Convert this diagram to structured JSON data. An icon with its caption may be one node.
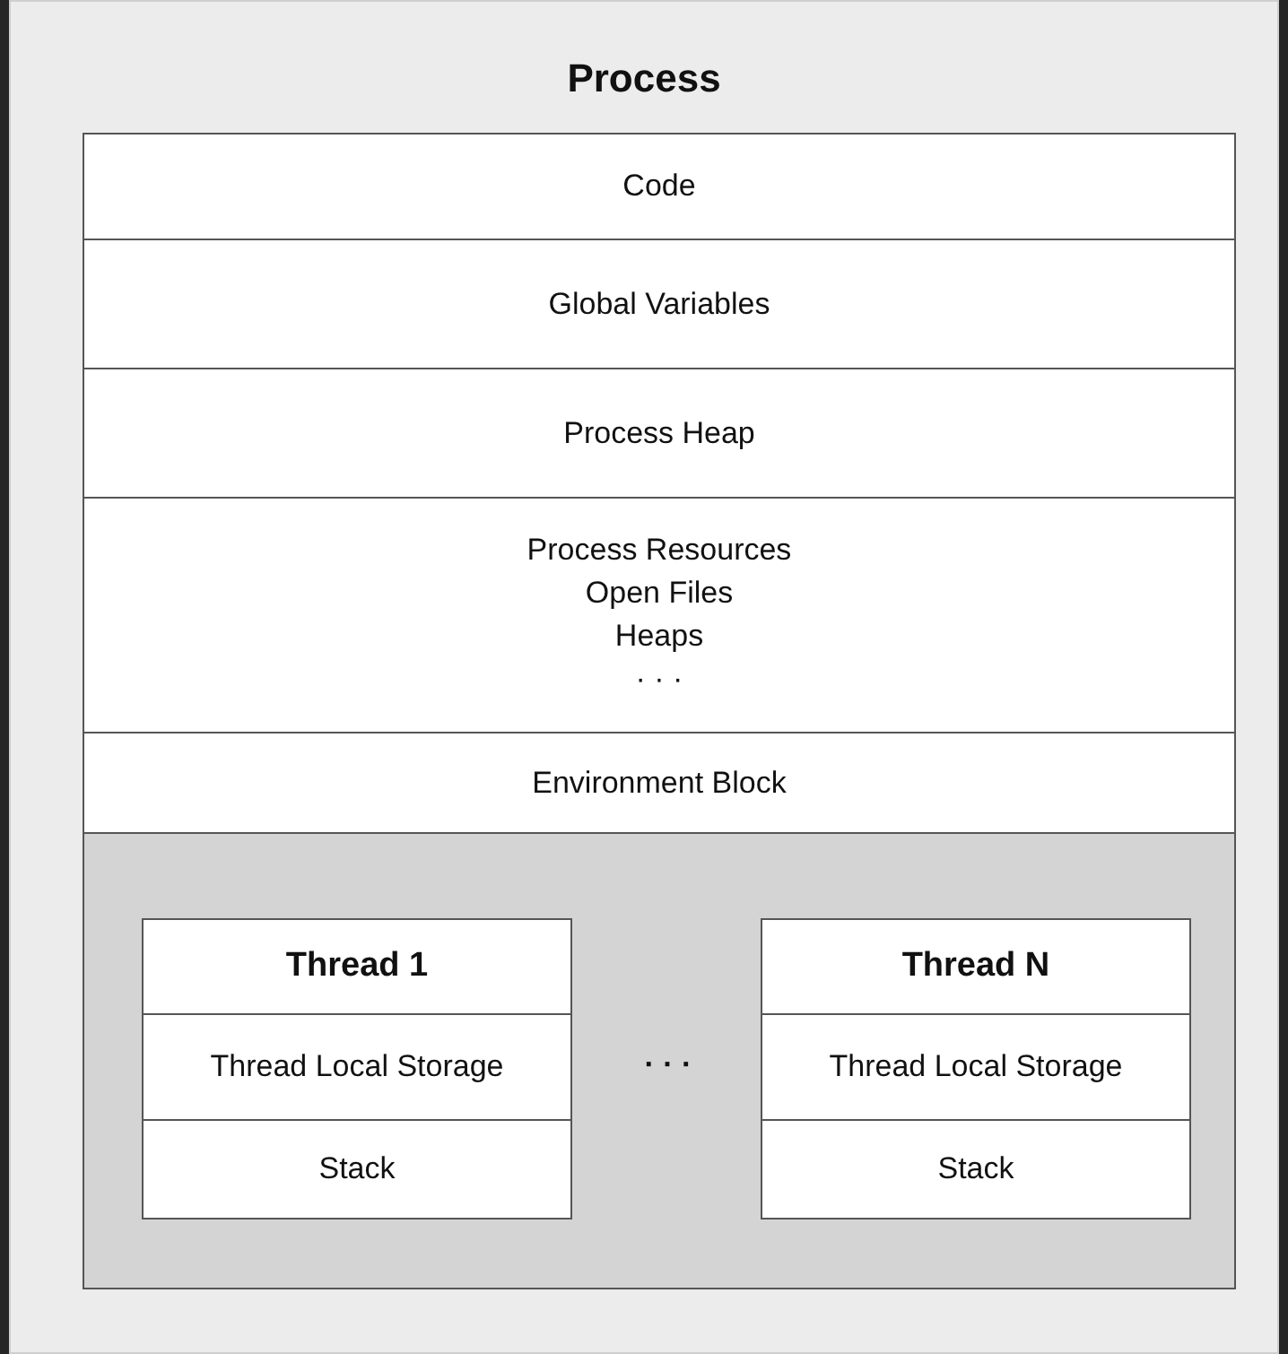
{
  "diagram": {
    "nodes": [
      {
        "text": [
          "Process"
        ]
      },
      {
        "text": [
          "Code"
        ],
        "in": 0
      },
      {
        "text": [
          "Global Variables"
        ],
        "in": 0
      },
      {
        "text": [
          "Process Heap"
        ],
        "in": 0
      },
      {
        "text": [
          "Process Resources",
          "Open Files",
          "Heaps",
          "· · ·"
        ],
        "in": 0
      },
      {
        "text": [
          "Environment Block"
        ],
        "in": 0
      },
      {
        "text": [],
        "shape": "box",
        "in": 0
      },
      {
        "text": [
          "Thread 1"
        ],
        "in": 6
      },
      {
        "text": [
          "Thread Local Storage"
        ],
        "in": 7
      },
      {
        "text": [
          "Stack"
        ],
        "in": 7
      },
      {
        "text": [
          "Thread N"
        ],
        "in": 6
      },
      {
        "text": [
          "Thread Local Storage"
        ],
        "in": 10
      },
      {
        "text": [
          "Stack"
        ],
        "in": 10
      }
    ],
    "edges": [],
    "labels": [
      "· · ·"
    ]
  }
}
